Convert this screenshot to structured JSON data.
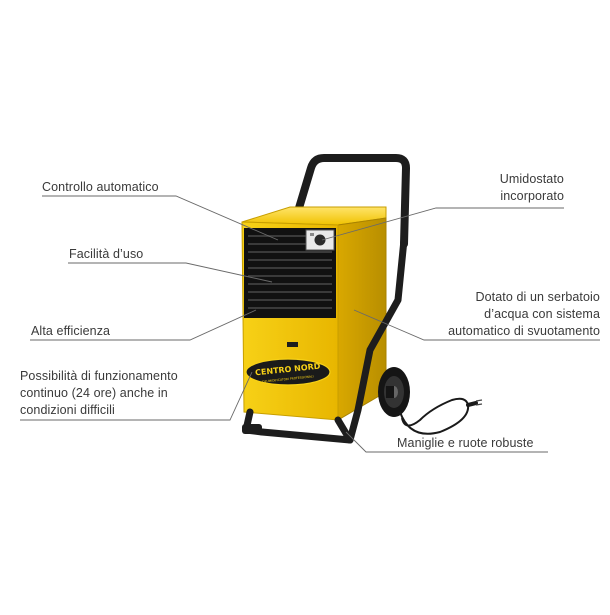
{
  "features": {
    "controllo": "Controllo automatico",
    "facilita": "Facilità d’uso",
    "efficienza": "Alta efficienza",
    "funzionamento": "Possibilità di funzionamento\ncontinuo (24 ore) anche in\ncondizioni difficili",
    "umidostato": "Umidostato\nincorporato",
    "serbatoio": "Dotato di un serbatoio\nd’acqua con sistema\nautomatico di svuotamento",
    "maniglie": "Maniglie e ruote robuste"
  },
  "product": {
    "brand": "CENTRO NORD",
    "brand_sub": "DEUMIDIFICATORI PROFESSIONALI"
  },
  "colors": {
    "body_yellow": "#f2c200",
    "frame_black": "#1d1d1d",
    "label_text": "#3a3a3a",
    "leader_line": "#6a6a6a"
  }
}
